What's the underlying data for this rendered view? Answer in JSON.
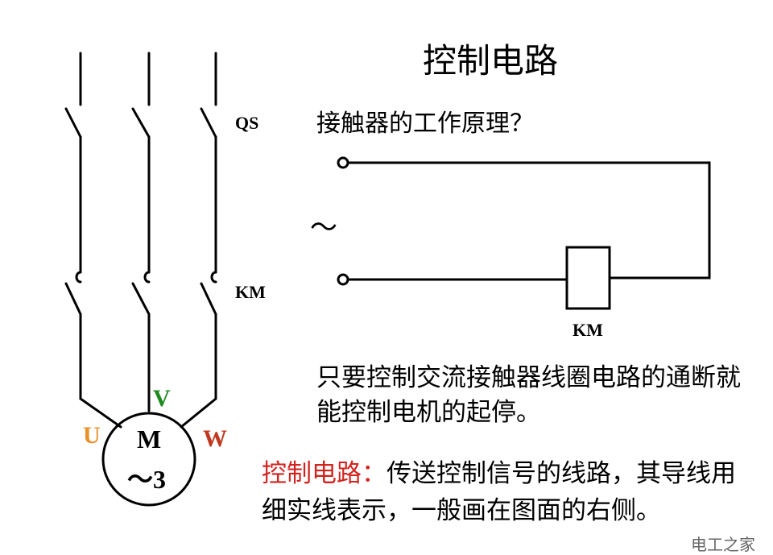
{
  "title": "控制电路",
  "question": "接触器的工作原理？",
  "main_circuit": {
    "switch_label": "QS",
    "contactor_label": "KM",
    "motor": {
      "line1": "M",
      "line2": "～3",
      "phases": {
        "u": "U",
        "v": "V",
        "w": "W"
      }
    }
  },
  "control_circuit": {
    "ac_symbol": "～",
    "coil_label": "KM"
  },
  "para1": "只要控制交流接触器线圈电路的通断就能控制电机的起停。",
  "para2": {
    "highlight": "控制电路：",
    "text": "传送控制信号的线路，其导线用细实线表示，一般画在图面的右侧。"
  },
  "watermark": "电工之家",
  "colors": {
    "u": "#e8912b",
    "v": "#1f8a1f",
    "w": "#c0391e",
    "highlight": "#d2231e"
  }
}
